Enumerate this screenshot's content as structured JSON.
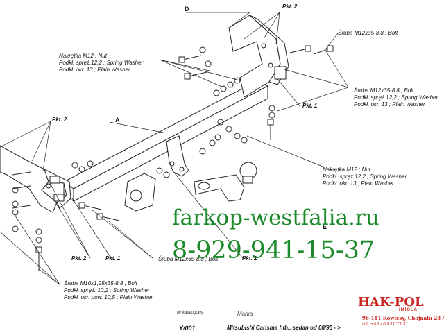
{
  "labels": {
    "pkt2_top": "Pkt. 2",
    "pkt1_right": "Pkt. 1",
    "pkt2_left": "Pkt. 2",
    "pkt2_bottom": "Pkt. 2",
    "pkt1_bottom": "Pkt. 1",
    "pkt1_center": "Pkt. 1",
    "part_d": "D",
    "part_a": "A",
    "part_e": "E"
  },
  "callouts": {
    "bolt_top_right": "Śruba M12x35-8.8 ;  Bolt",
    "nut_top_left": [
      "Nakrętka  M12 ; Nut",
      "Podkł. spręż.12,2 ; Spring Washer",
      "Podkł. okr. 13 ; Plain Washer"
    ],
    "bolt_right_group": [
      "Śruba M12x35-8.8 ;  Bolt",
      "Podkł. spręż.12,2 ; Spring Washer",
      "Podkł. okr. 13 ; Plain Washer"
    ],
    "nut_mid_right": [
      "Nakrętka  M12 ; Nut",
      "Podkł. spręż.12,2 ; Spring Washer",
      "Podkł. okr. 13 ; Plain Washer"
    ],
    "bolt_center": "Śruba M12x65-8.8 ;  Bolt",
    "bolt_bottom_left": [
      "Śruba M10x1,25x35-8.8 ;  Bolt",
      "Podkł. spręż. 10,2 ; Spring Washer",
      "Podkł. okr. pow. 10,5 ; Plain Washer"
    ]
  },
  "watermark": {
    "site": "farkop-westfalia.ru",
    "phone": "8-929-941-15-37"
  },
  "footer": {
    "catalog_label": "Nr katalogowy",
    "catalog_number": "Y/001",
    "brand_label": "Marka",
    "model": "Mitsubishi Carisma htb., sedan  od 08/95 - >"
  },
  "logo": {
    "name": "HAK-POL",
    "subtitle": "IMIOŁA",
    "address": "96-111 Kowiesy, Chojnata 23 A",
    "phone": "tel. +48 46 831 73 31",
    "color": "#c8261f"
  },
  "colors": {
    "watermark": "#1c8a2a",
    "line": "#222222"
  }
}
